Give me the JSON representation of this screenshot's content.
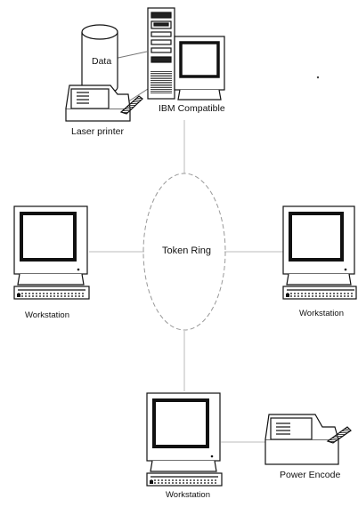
{
  "diagram": {
    "network": {
      "ring_label": "Token Ring"
    },
    "database": {
      "label": "Data",
      "icon": "database-cylinder-icon"
    },
    "server": {
      "label": "IBM Compatible",
      "icon": "tower-pc-icon"
    },
    "laser_printer": {
      "label": "Laser printer",
      "icon": "printer-icon"
    },
    "workstation_left": {
      "label": "Workstation",
      "icon": "monitor-keyboard-icon"
    },
    "workstation_right": {
      "label": "Workstation",
      "icon": "monitor-keyboard-icon"
    },
    "workstation_bottom": {
      "label": "Workstation",
      "icon": "monitor-keyboard-icon"
    },
    "power_encode": {
      "label": "Power Encode",
      "icon": "printer-icon"
    }
  }
}
